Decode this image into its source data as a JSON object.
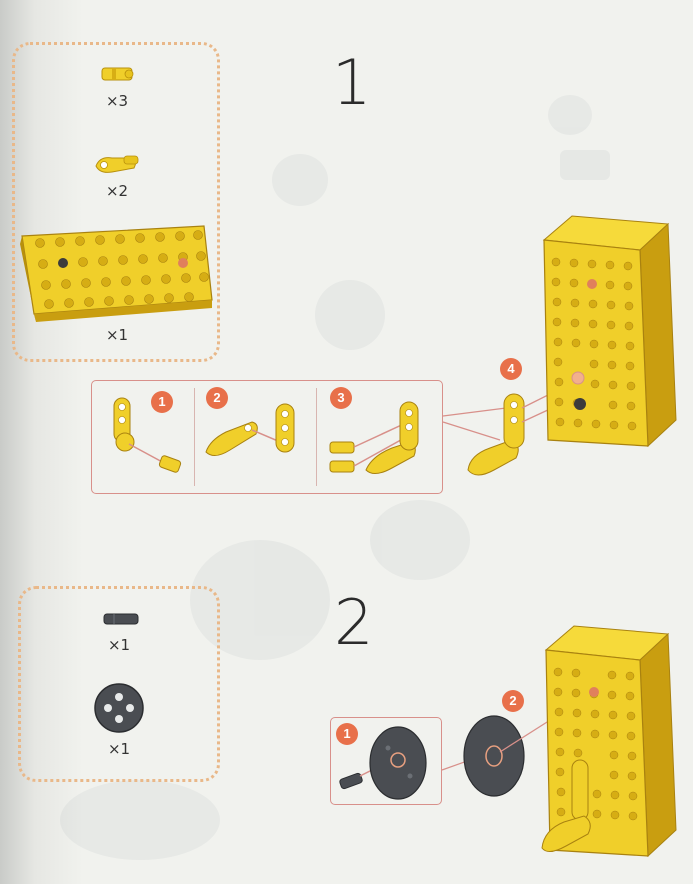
{
  "colors": {
    "page": "#f1f2ee",
    "brick_yellow": "#f0cf2a",
    "brick_dark": "#b8900c",
    "wheel_gray": "#4a4d52",
    "badge_orange": "#e8704a",
    "dotted_border": "#e9b889",
    "callout_line": "#d8908a"
  },
  "step1": {
    "number": "1",
    "parts": [
      {
        "icon": "pin-connector-icon",
        "qty": "×3"
      },
      {
        "icon": "angle-connector-icon",
        "qty": "×2"
      },
      {
        "icon": "battery-box-icon",
        "qty": "×1"
      }
    ],
    "sub_steps": [
      "1",
      "2",
      "3",
      "4"
    ]
  },
  "step2": {
    "number": "2",
    "parts": [
      {
        "icon": "axle-pin-icon",
        "qty": "×1"
      },
      {
        "icon": "wheel-hub-icon",
        "qty": "×1"
      }
    ],
    "sub_steps": [
      "1",
      "2"
    ]
  }
}
